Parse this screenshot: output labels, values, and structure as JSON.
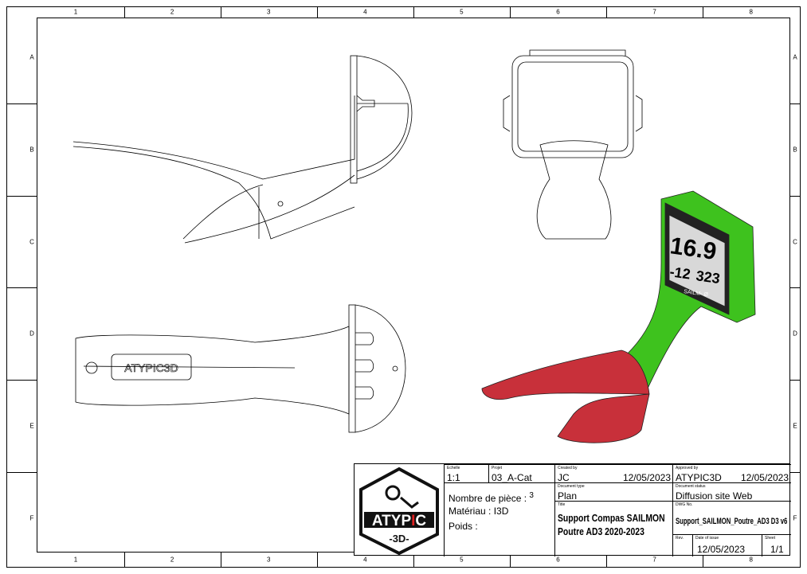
{
  "grid": {
    "columns": [
      "1",
      "2",
      "3",
      "4",
      "5",
      "6",
      "7",
      "8"
    ],
    "rows": [
      "A",
      "B",
      "C",
      "D",
      "E",
      "F"
    ]
  },
  "display": {
    "speed": "16.9",
    "left": "-12",
    "right": "323",
    "brand": "SAILM◦ Ø"
  },
  "part_engraving": "ATYPIC3D",
  "title_block": {
    "logo_text": "ATYPIC 3D",
    "scale": {
      "caption": "Echelle",
      "value": "1:1"
    },
    "project": {
      "caption": "Projet",
      "value": "03_A-Cat"
    },
    "created_by": {
      "caption": "Created by",
      "value": "JC",
      "date": "12/05/2023"
    },
    "approved_by": {
      "caption": "Approved by",
      "value": "ATYPIC3D",
      "date": "12/05/2023"
    },
    "piece_count": {
      "label": "Nombre de pièce :",
      "value": "3"
    },
    "material": {
      "label": "Matériau :",
      "value": "I3D"
    },
    "weight": {
      "label": "Poids :"
    },
    "document_type": {
      "caption": "Document type",
      "value": "Plan"
    },
    "document_status": {
      "caption": "Document status",
      "value": "Diffusion site Web"
    },
    "title": {
      "caption": "Title",
      "line1": "Support Compas SAILMON",
      "line2": "Poutre AD3 2020-2023"
    },
    "dwg_no": {
      "caption": "DWG No.",
      "value": "Support_SAILMON_Poutre_AD3 D3 v6"
    },
    "rev": {
      "caption": "Rev."
    },
    "date_of_issue": {
      "caption": "Date of issue",
      "value": "12/05/2023"
    },
    "sheet": {
      "caption": "Sheet",
      "value": "1/1"
    }
  },
  "colors": {
    "green": "#3ec21e",
    "red": "#c8303a",
    "logo_red": "#e02020"
  }
}
